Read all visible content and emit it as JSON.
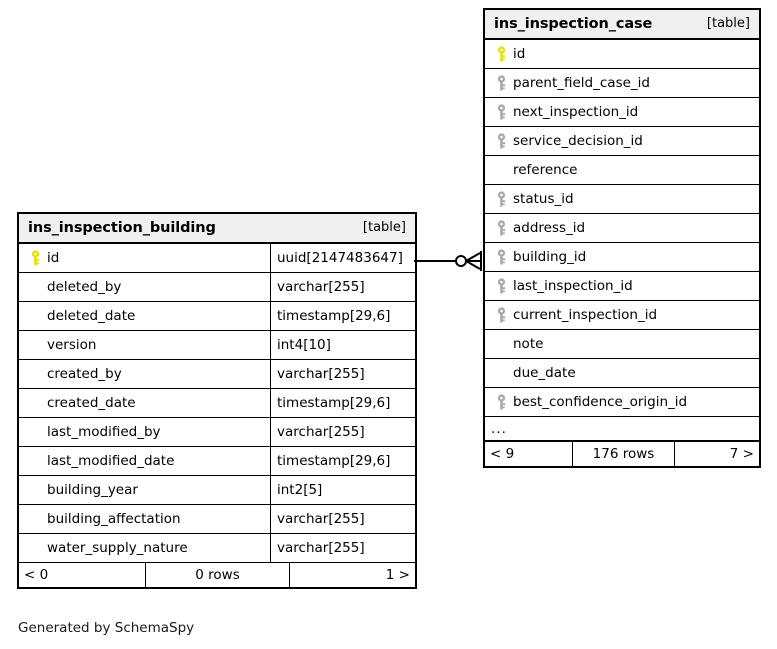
{
  "caption": "Generated by SchemaSpy",
  "colors": {
    "primary_key_icon": "#e8e000",
    "foreign_key_icon": "#a8a8a8",
    "header_background": "#f0f0f0",
    "border": "#000000",
    "background": "#ffffff"
  },
  "tables": [
    {
      "id": "ins_inspection_building",
      "name": "ins_inspection_building",
      "kind": "[table]",
      "columns": [
        {
          "name": "id",
          "type": "uuid[2147483647]",
          "key": "primary"
        },
        {
          "name": "deleted_by",
          "type": "varchar[255]",
          "key": "none"
        },
        {
          "name": "deleted_date",
          "type": "timestamp[29,6]",
          "key": "none"
        },
        {
          "name": "version",
          "type": "int4[10]",
          "key": "none"
        },
        {
          "name": "created_by",
          "type": "varchar[255]",
          "key": "none"
        },
        {
          "name": "created_date",
          "type": "timestamp[29,6]",
          "key": "none"
        },
        {
          "name": "last_modified_by",
          "type": "varchar[255]",
          "key": "none"
        },
        {
          "name": "last_modified_date",
          "type": "timestamp[29,6]",
          "key": "none"
        },
        {
          "name": "building_year",
          "type": "int2[5]",
          "key": "none"
        },
        {
          "name": "building_affectation",
          "type": "varchar[255]",
          "key": "none"
        },
        {
          "name": "water_supply_nature",
          "type": "varchar[255]",
          "key": "none"
        }
      ],
      "has_ellipsis": false,
      "footer": {
        "prev": "< 0",
        "rows": "0 rows",
        "next": "1 >"
      }
    },
    {
      "id": "ins_inspection_case",
      "name": "ins_inspection_case",
      "kind": "[table]",
      "columns": [
        {
          "name": "id",
          "type": "",
          "key": "primary"
        },
        {
          "name": "parent_field_case_id",
          "type": "",
          "key": "foreign"
        },
        {
          "name": "next_inspection_id",
          "type": "",
          "key": "foreign"
        },
        {
          "name": "service_decision_id",
          "type": "",
          "key": "foreign"
        },
        {
          "name": "reference",
          "type": "",
          "key": "none"
        },
        {
          "name": "status_id",
          "type": "",
          "key": "foreign"
        },
        {
          "name": "address_id",
          "type": "",
          "key": "foreign"
        },
        {
          "name": "building_id",
          "type": "",
          "key": "foreign"
        },
        {
          "name": "last_inspection_id",
          "type": "",
          "key": "foreign"
        },
        {
          "name": "current_inspection_id",
          "type": "",
          "key": "foreign"
        },
        {
          "name": "note",
          "type": "",
          "key": "none"
        },
        {
          "name": "due_date",
          "type": "",
          "key": "none"
        },
        {
          "name": "best_confidence_origin_id",
          "type": "",
          "key": "foreign"
        }
      ],
      "has_ellipsis": true,
      "ellipsis": "...",
      "footer": {
        "prev": "< 9",
        "rows": "176 rows",
        "next": "7 >"
      }
    }
  ],
  "relationship": {
    "from_table": "ins_inspection_building",
    "from_column": "id",
    "to_table": "ins_inspection_case",
    "to_column": "building_id",
    "notation": "crows-foot",
    "from_cardinality": "one",
    "to_cardinality": "zero-or-many"
  }
}
